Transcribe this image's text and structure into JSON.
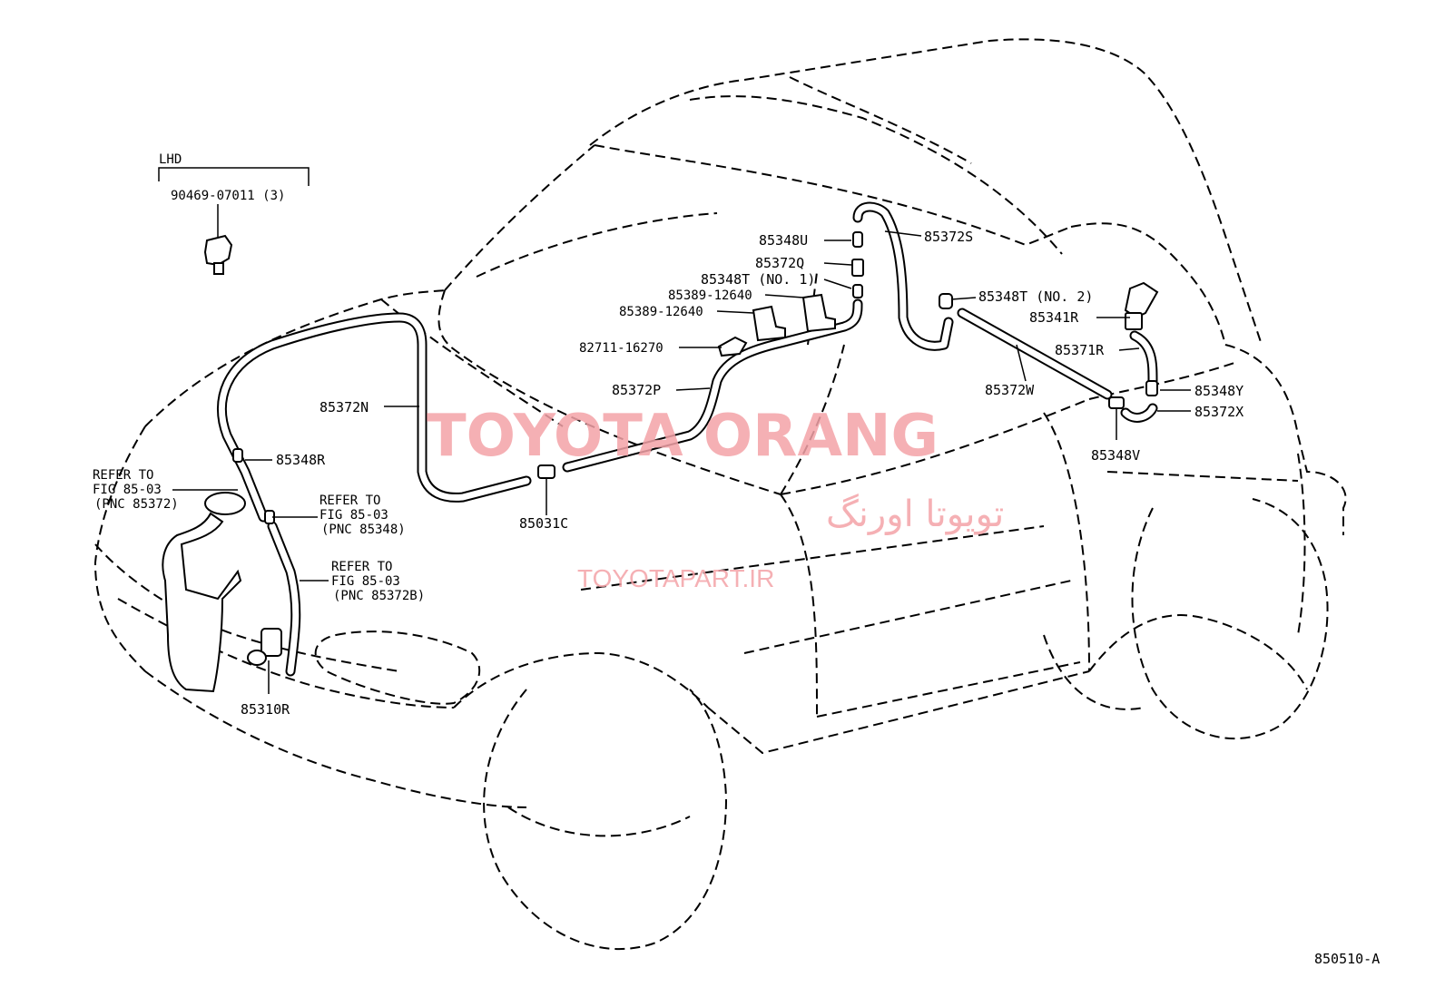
{
  "labels": {
    "lhd": "LHD",
    "p_90469": "90469-07011 (3)",
    "p_85348U": "85348U",
    "p_85372S": "85372S",
    "p_85372Q": "85372Q",
    "p_85348T_no1": "85348T (NO. 1)",
    "p_85389_a": "85389-12640",
    "p_85389_b": "85389-12640",
    "p_85348T_no2": "85348T (NO. 2)",
    "p_85341R": "85341R",
    "p_82711": "82711-16270",
    "p_85371R": "85371R",
    "p_85372P": "85372P",
    "p_85372W": "85372W",
    "p_85348Y": "85348Y",
    "p_85372N": "85372N",
    "p_85372X": "85372X",
    "p_85348R": "85348R",
    "p_85348V": "85348V",
    "p_85031C": "85031C",
    "p_85310R": "85310R",
    "ref1_l1": "REFER TO",
    "ref1_l2": "FIG 85-03",
    "ref1_l3": "(PNC 85372)",
    "ref2_l1": "REFER TO",
    "ref2_l2": "FIG 85-03",
    "ref2_l3": "(PNC 85348)",
    "ref3_l1": "REFER TO",
    "ref3_l2": "FIG 85-03",
    "ref3_l3": "(PNC 85372B)",
    "fig_id": "850510-A"
  },
  "watermark": {
    "brand": "TOYOTA ORANG",
    "brand_fa": "تویوتا اورنگ",
    "url": "TOYOTAPART.IR",
    "color": "#f4a3a8"
  }
}
